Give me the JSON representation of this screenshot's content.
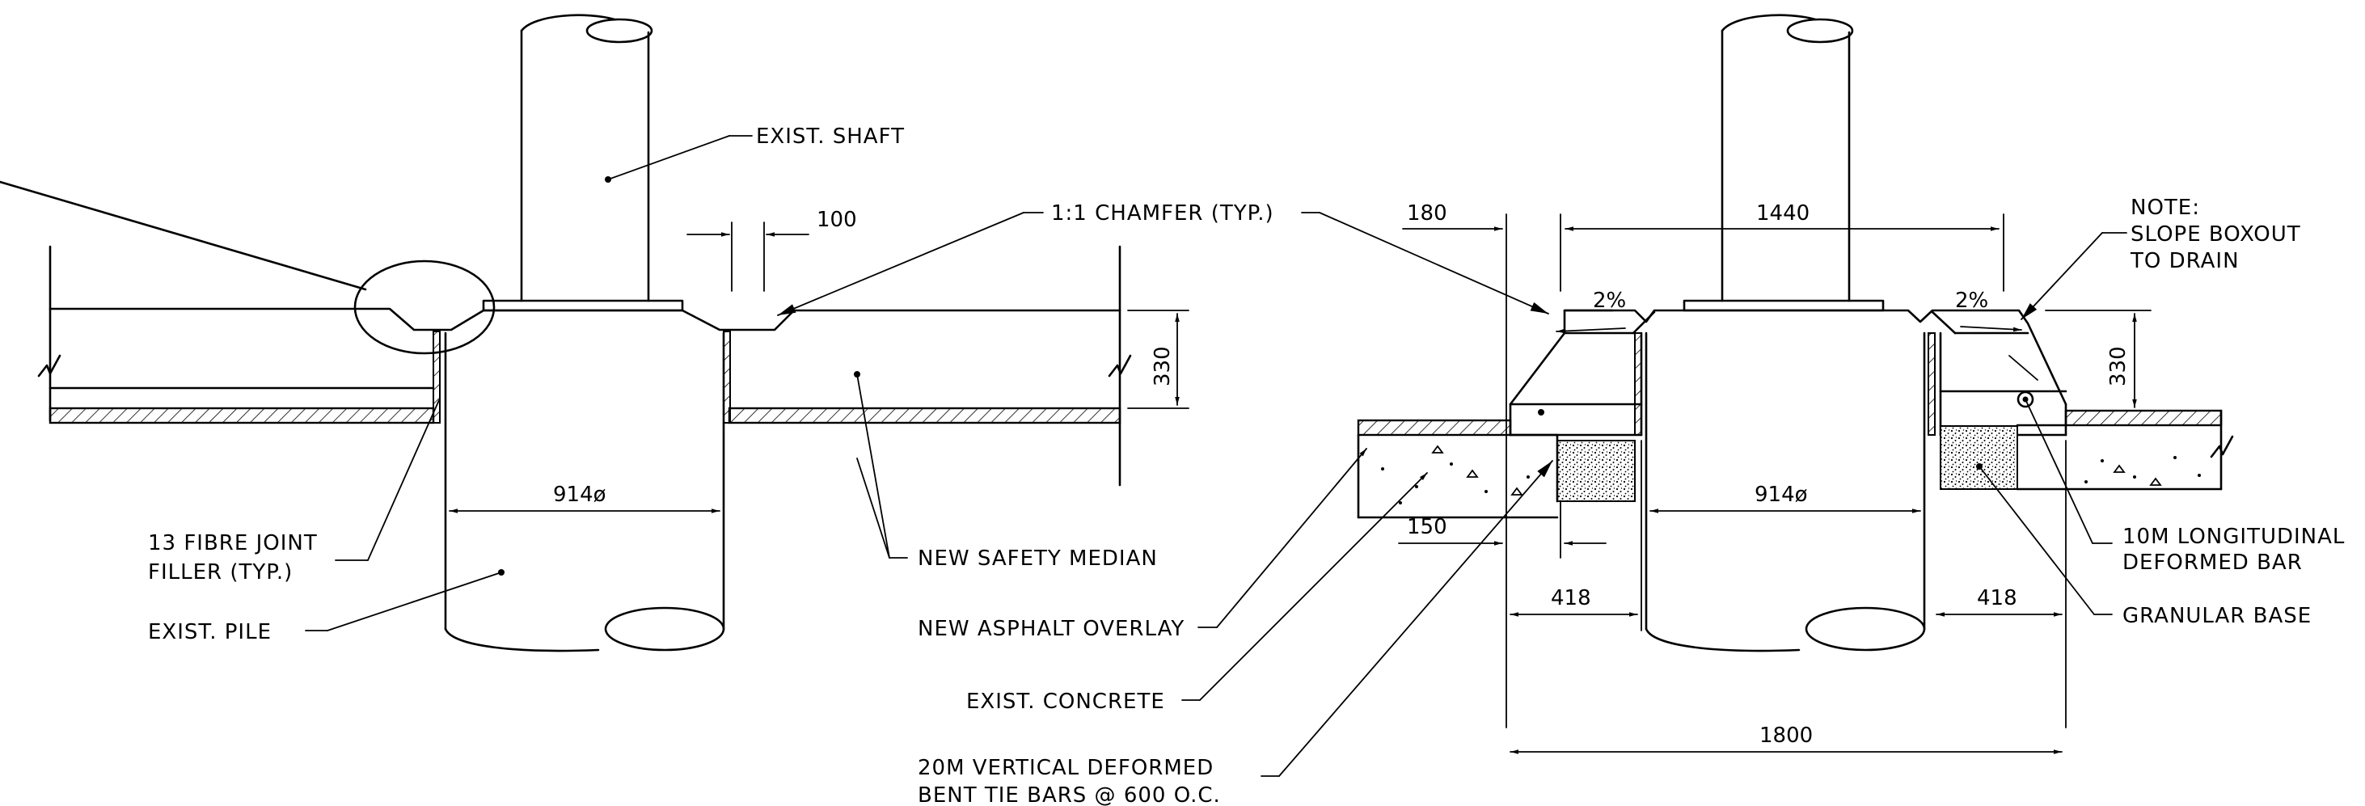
{
  "labels": {
    "exist_shaft": "EXIST. SHAFT",
    "chamfer": "1:1 CHAMFER (TYP.)",
    "fibre_line1": "13 FIBRE JOINT",
    "fibre_line2": "FILLER (TYP.)",
    "exist_pile": "EXIST. PILE",
    "new_safety_median": "NEW SAFETY MEDIAN",
    "new_asphalt_overlay": "NEW ASPHALT OVERLAY",
    "exist_concrete": "EXIST. CONCRETE",
    "tie_bars_line1": "20M VERTICAL DEFORMED",
    "tie_bars_line2": "BENT TIE BARS @ 600 O.C.",
    "note_line1": "NOTE:",
    "note_line2": "SLOPE BOXOUT",
    "note_line3": "TO DRAIN",
    "long_bar_line1": "10M LONGITUDINAL",
    "long_bar_line2": "DEFORMED BAR",
    "granular_base": "GRANULAR BASE"
  },
  "dimensions": {
    "left_gap": "100",
    "left_height": "330",
    "left_diameter": "914ø",
    "right_offset": "180",
    "right_top_width": "1440",
    "right_height": "330",
    "right_diameter": "914ø",
    "right_step": "150",
    "right_side_left": "418",
    "right_side_right": "418",
    "right_total": "1800",
    "slope_left": "2%",
    "slope_right": "2%"
  }
}
